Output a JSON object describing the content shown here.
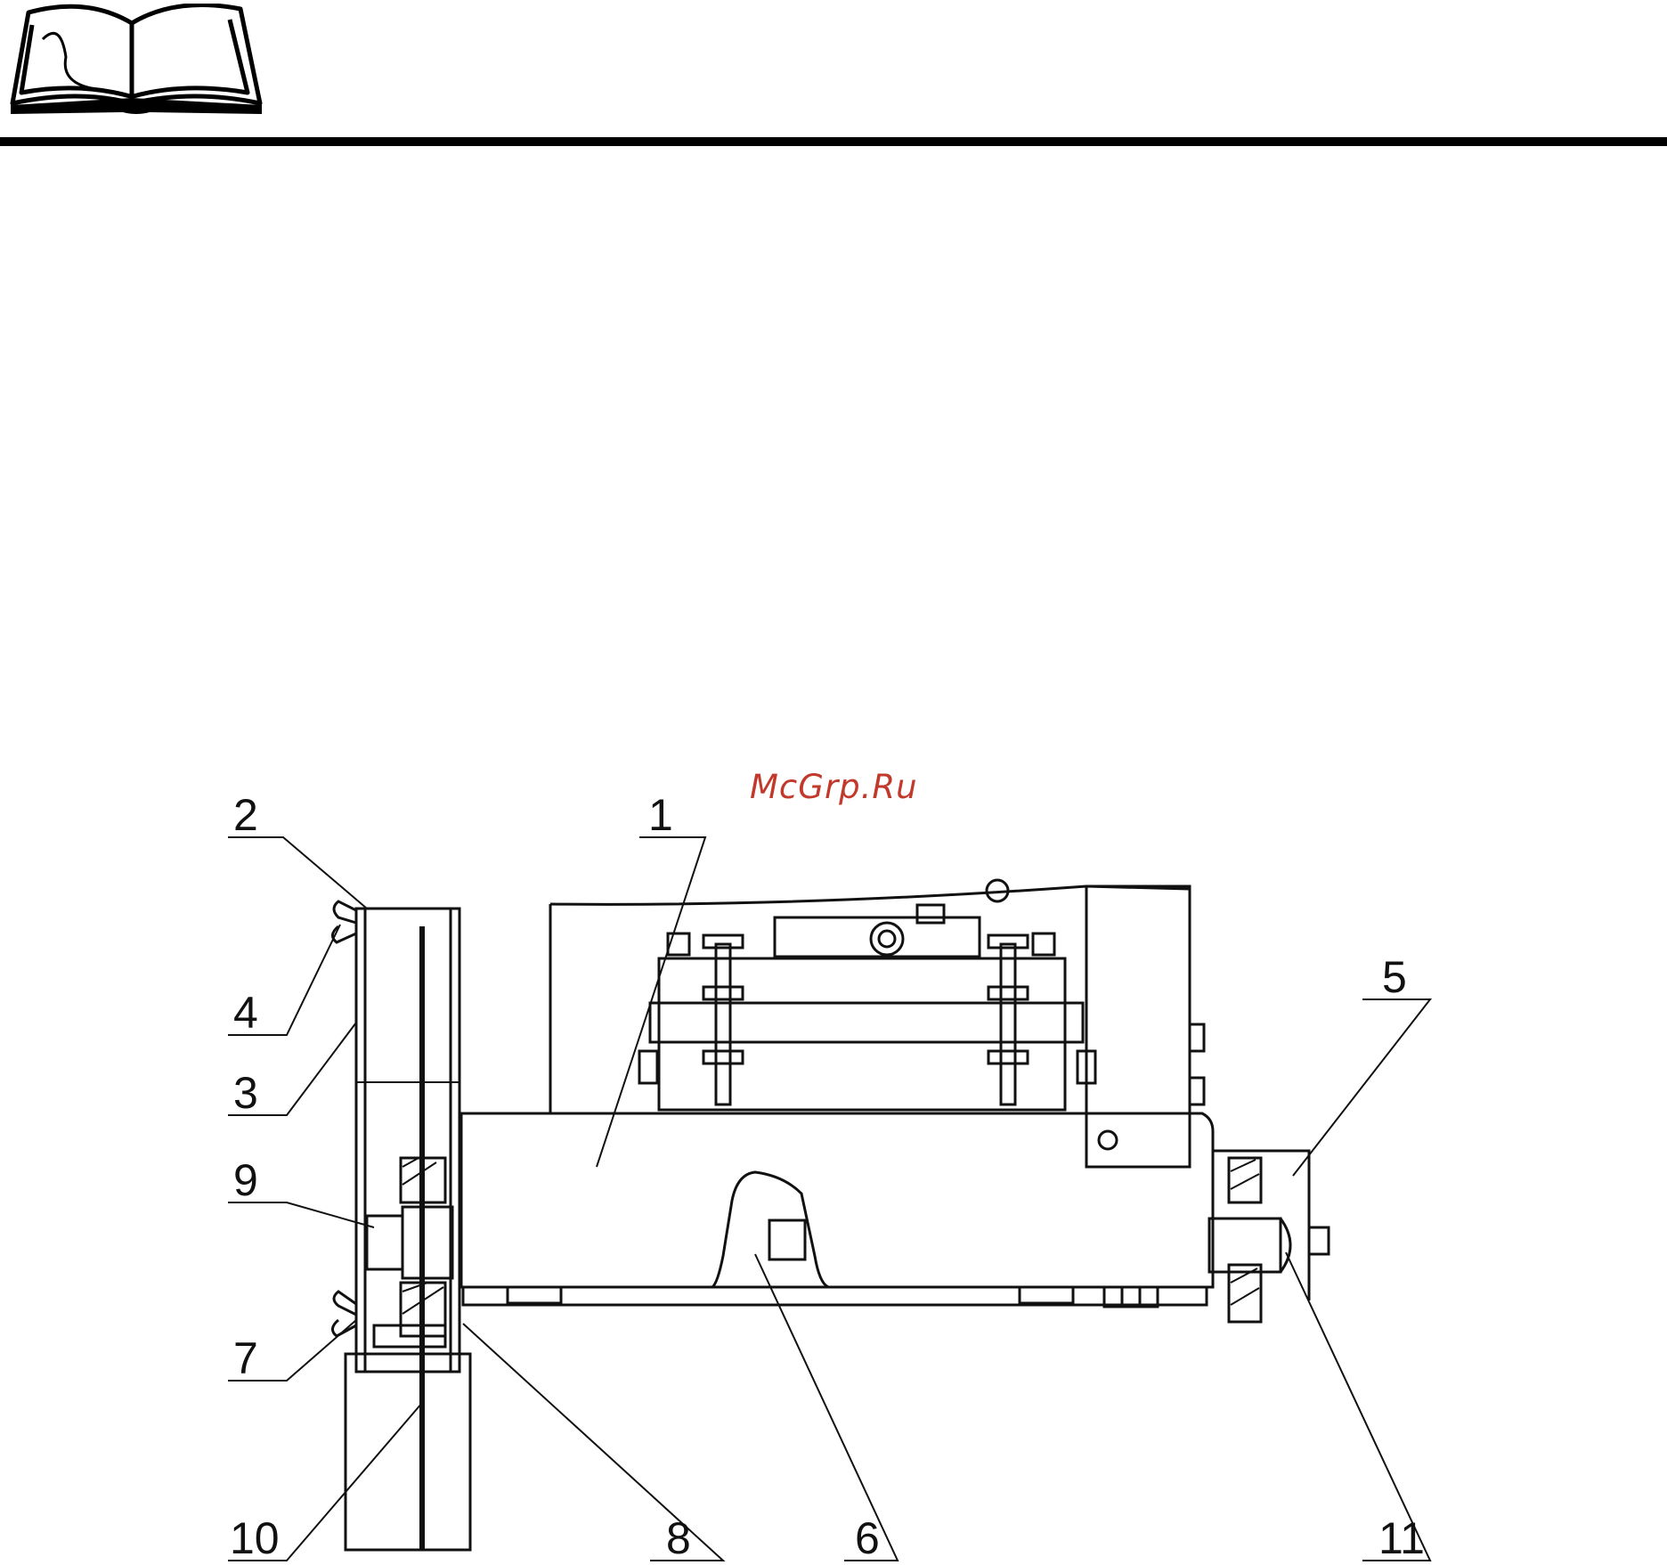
{
  "watermark": "McGrp.Ru",
  "callouts": {
    "c1": "1",
    "c2": "2",
    "c3": "3",
    "c4": "4",
    "c5": "5",
    "c6": "6",
    "c7": "7",
    "c8": "8",
    "c9": "9",
    "c10": "10",
    "c11": "11"
  },
  "icons": {
    "manual": "open-book-icon"
  },
  "colors": {
    "ink": "#000000",
    "watermark": "#c0392b"
  }
}
